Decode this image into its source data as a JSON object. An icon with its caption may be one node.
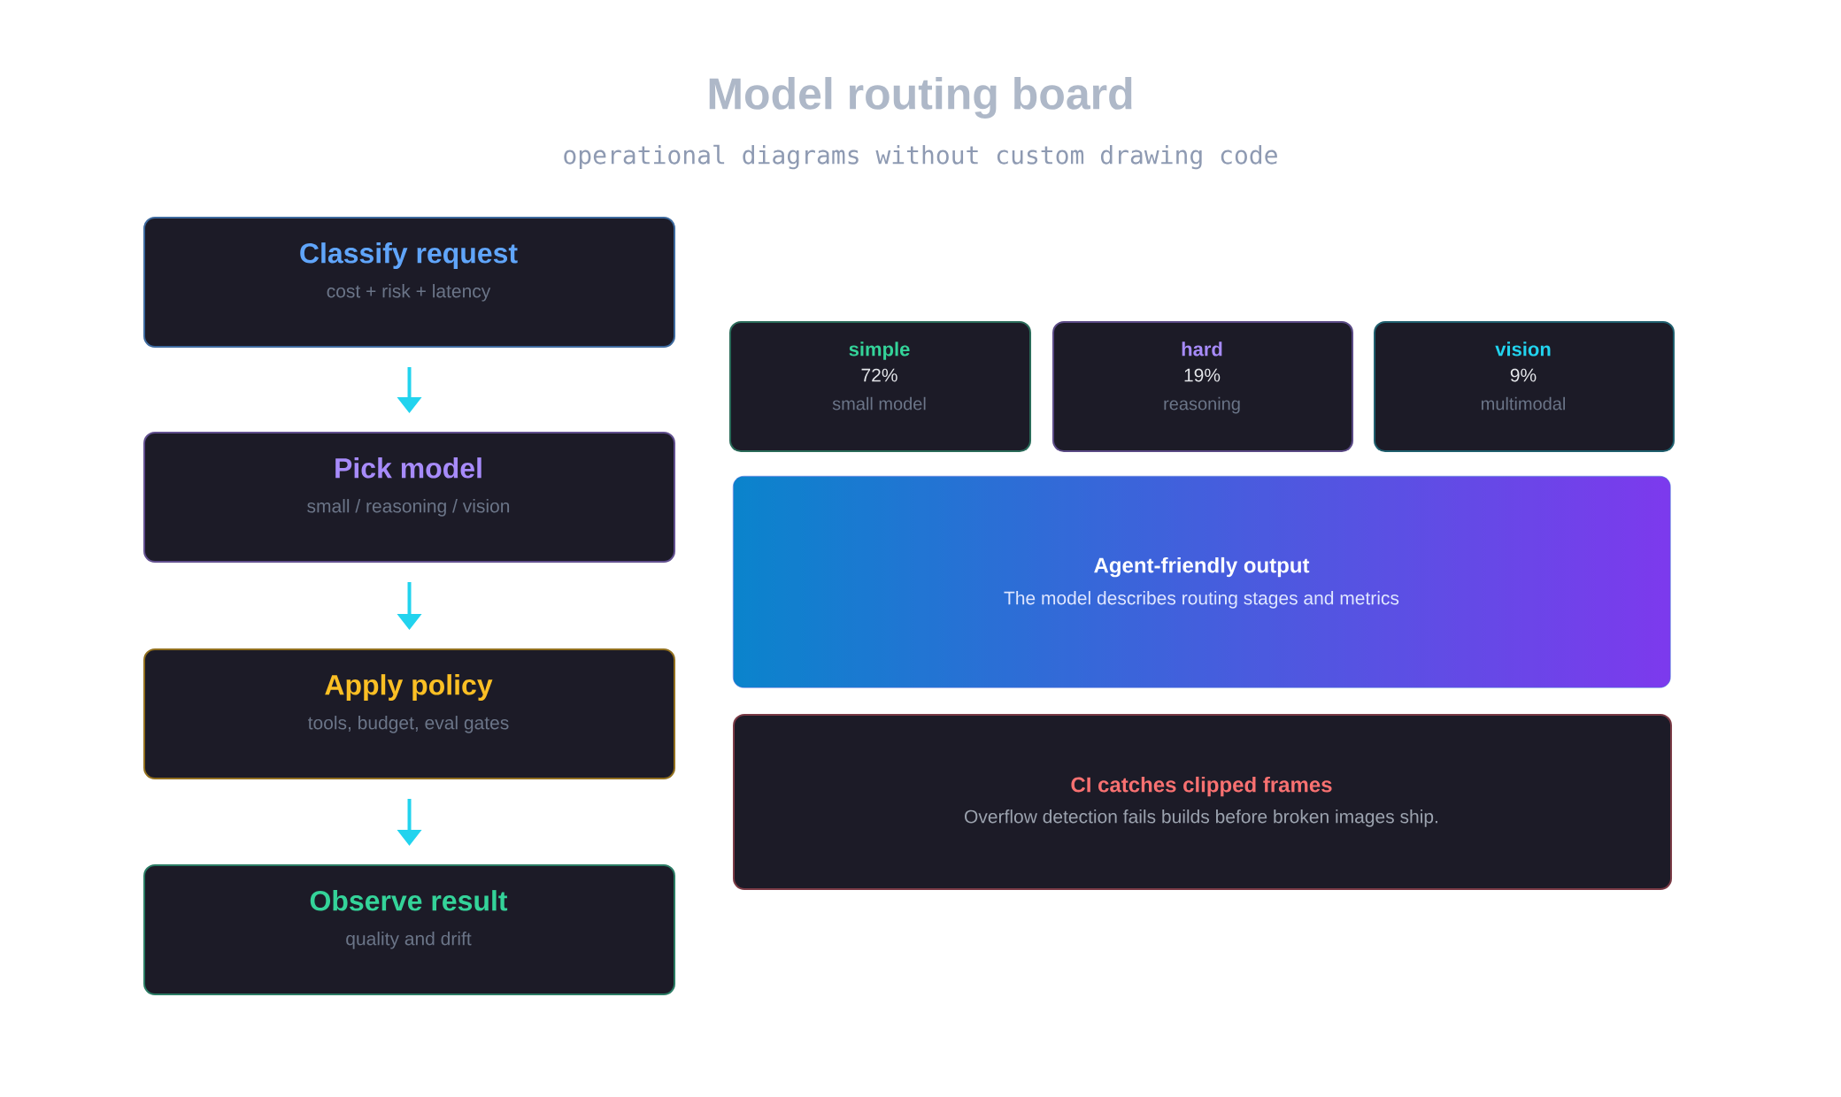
{
  "diagram": {
    "title": "Model routing board",
    "nodes": [
      {
        "text": [
          "Classify request",
          "cost + risk + latency"
        ]
      },
      {
        "text": [
          "Pick model",
          "small / reasoning / vision"
        ]
      },
      {
        "text": [
          "Apply policy",
          "tools, budget, eval gates"
        ]
      },
      {
        "text": [
          "Observe result",
          "quality and drift"
        ]
      },
      {
        "text": [
          "simple",
          "72%",
          "small model"
        ]
      },
      {
        "text": [
          "hard",
          "19%",
          "reasoning"
        ]
      },
      {
        "text": [
          "vision",
          "9%",
          "multimodal"
        ]
      },
      {
        "text": [
          "Agent-friendly output",
          "The model describes routing stages and metrics"
        ]
      },
      {
        "text": [
          "CI catches clipped frames",
          "Overflow detection fails builds before broken images ship."
        ]
      }
    ],
    "edges": [
      {
        "from": 0,
        "to": 1,
        "arrow": "to"
      },
      {
        "from": 1,
        "to": 2,
        "arrow": "to"
      },
      {
        "from": 2,
        "to": 3,
        "arrow": "to"
      }
    ],
    "labels": [
      "operational diagrams without custom drawing code"
    ]
  }
}
